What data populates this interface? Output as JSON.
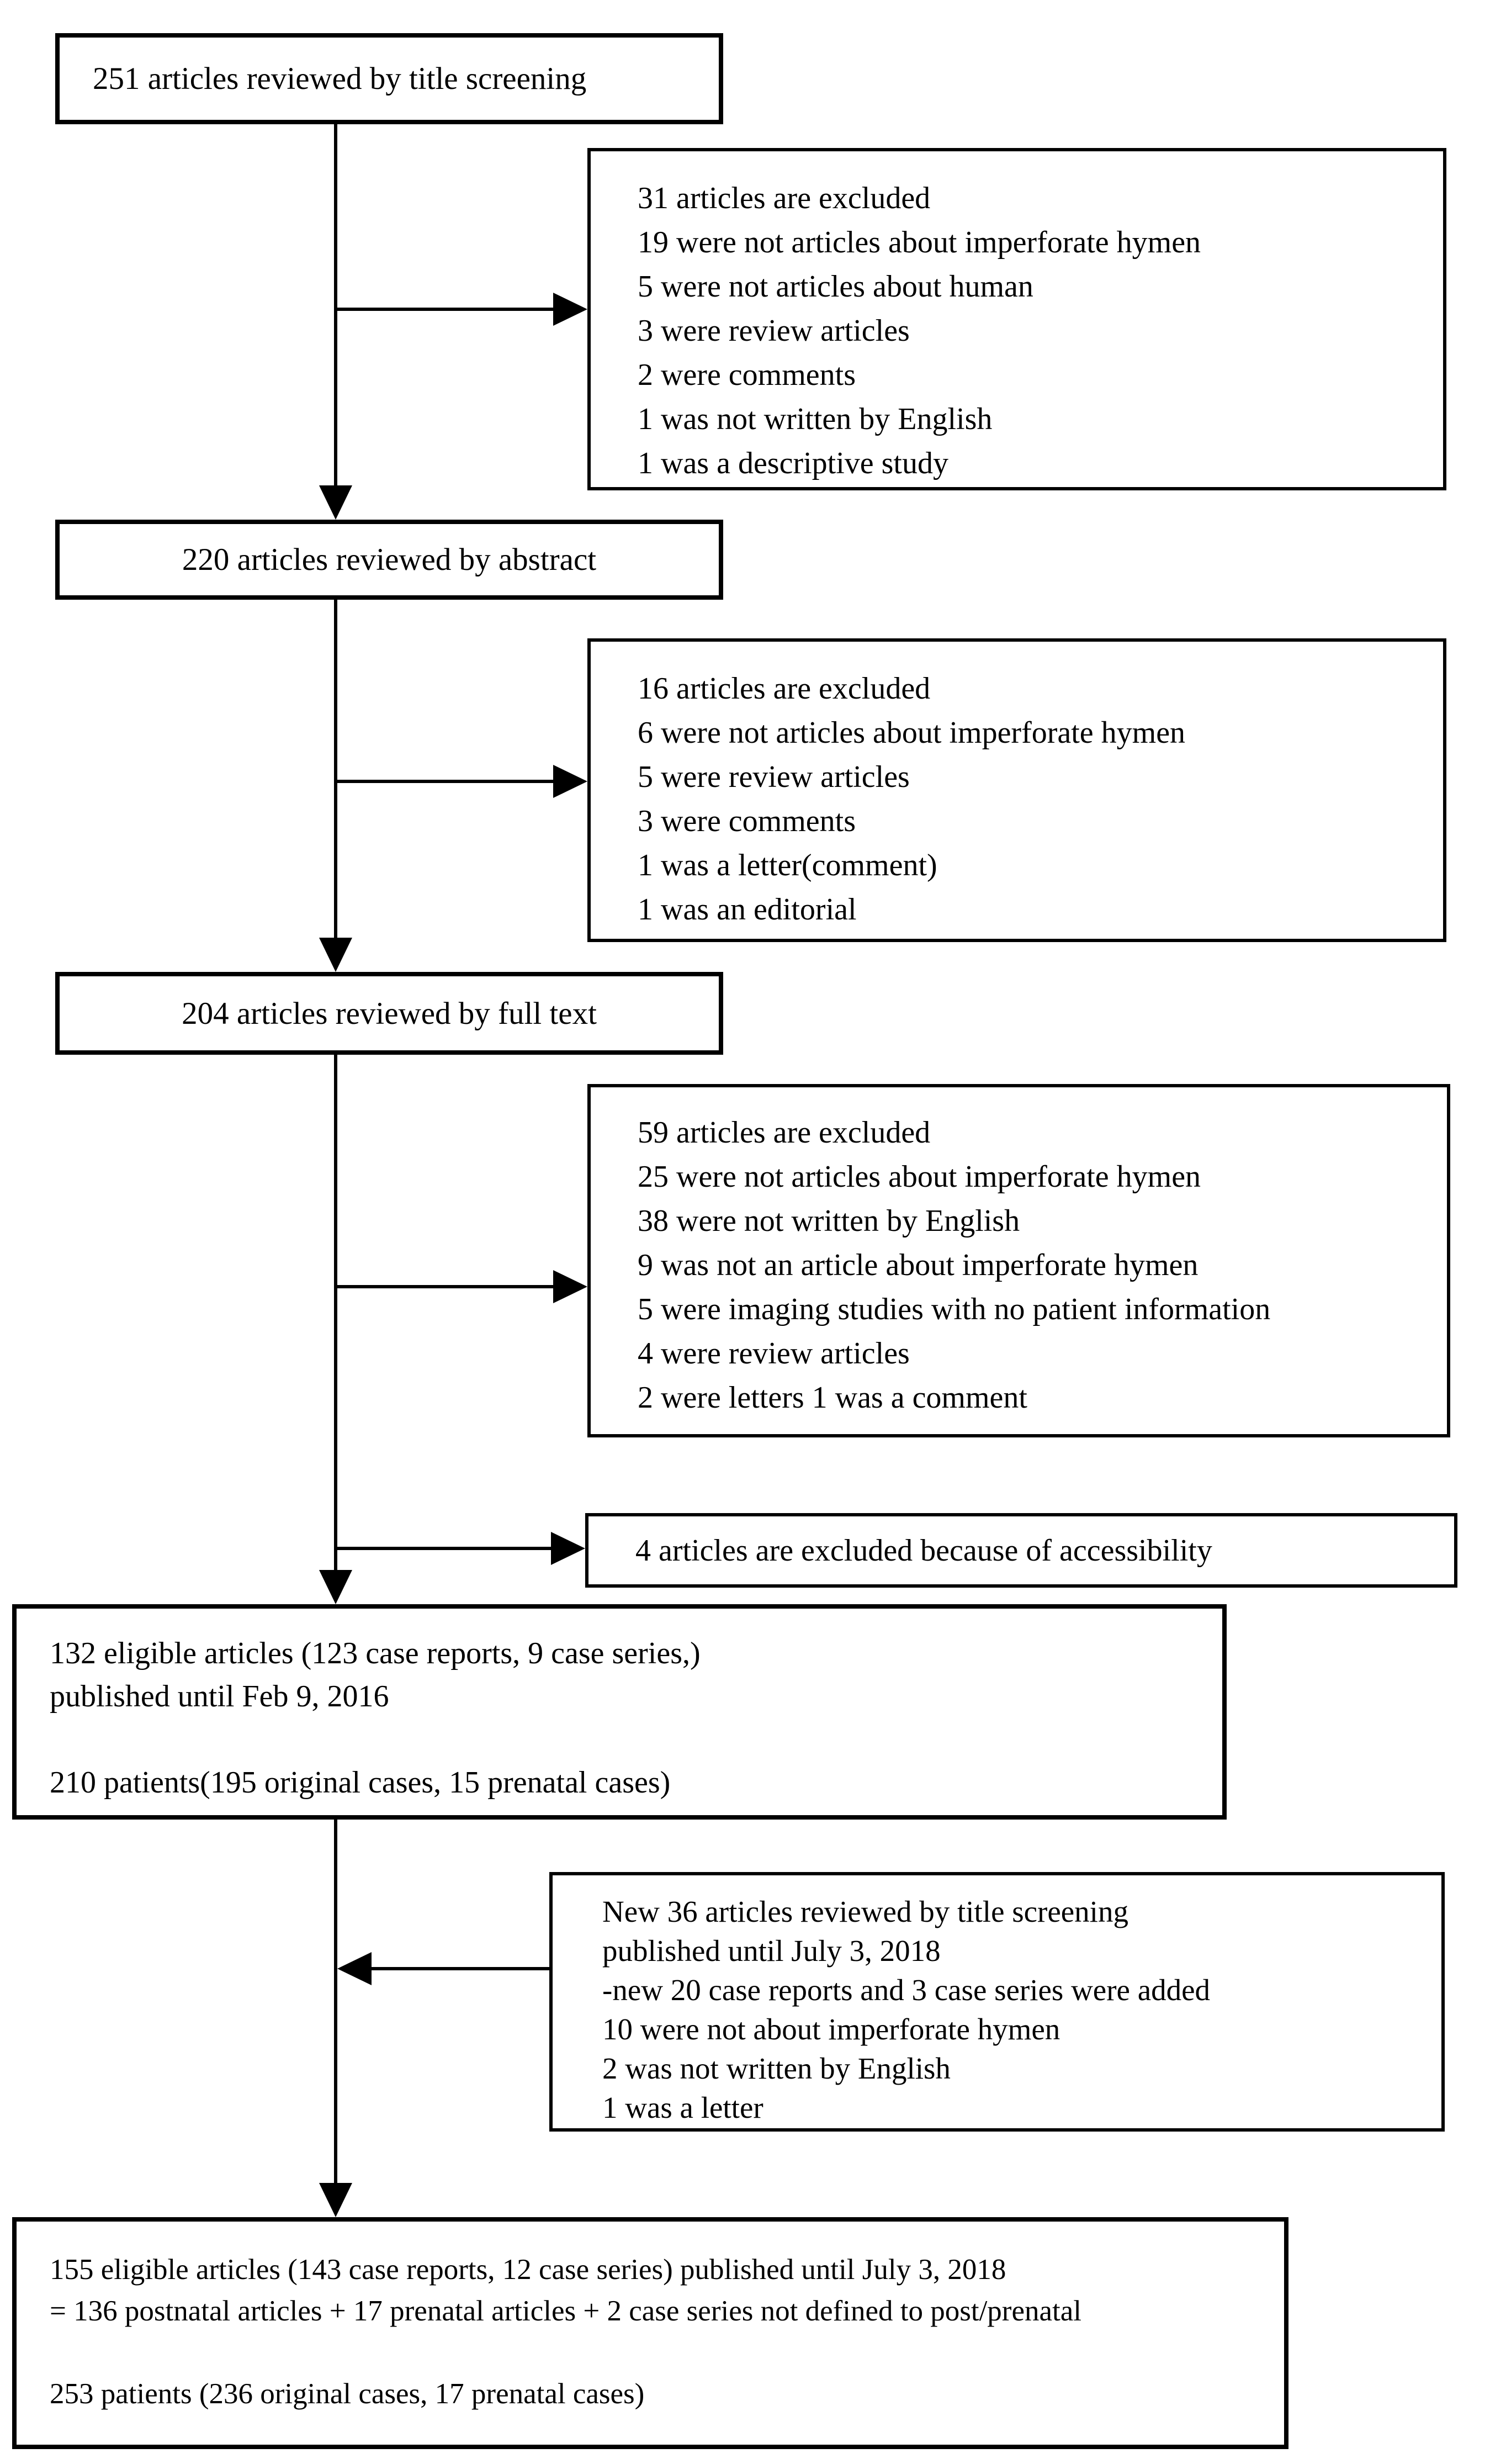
{
  "colors": {
    "ink": "#000000",
    "paper": "#ffffff"
  },
  "boxes": {
    "title_screening": {
      "lines": [
        "251 articles reviewed by title screening"
      ]
    },
    "excluded_title": {
      "lines": [
        "31 articles are excluded",
        "19 were not articles about imperforate hymen",
        "5 were not articles about human",
        "3 were review articles",
        "2 were comments",
        "1 was not written by English",
        "1 was a descriptive study"
      ]
    },
    "abstract_screening": {
      "lines": [
        "220 articles reviewed by abstract"
      ]
    },
    "excluded_abstract": {
      "lines": [
        "16 articles are excluded",
        "6 were not articles about imperforate hymen",
        "5 were review articles",
        "3 were comments",
        "1 was a letter(comment)",
        "1 was an editorial"
      ]
    },
    "fulltext_screening": {
      "lines": [
        "204 articles reviewed by full text"
      ]
    },
    "excluded_fulltext": {
      "lines": [
        "59 articles are excluded",
        "25 were not articles about imperforate hymen",
        "38 were not written by English",
        "9 was not an article about imperforate hymen",
        "5 were imaging studies with no patient information",
        "4 were review articles",
        "2 were letters 1 was a comment"
      ]
    },
    "excluded_accessibility": {
      "lines": [
        "4 articles are excluded because of accessibility"
      ]
    },
    "eligible_2016": {
      "lines": [
        "132 eligible articles (123 case reports, 9 case series,)",
        "published until Feb 9, 2016",
        "",
        "210 patients(195 original cases, 15 prenatal cases)"
      ]
    },
    "new_articles_2018": {
      "lines": [
        "New 36 articles reviewed by title screening",
        "published until July 3, 2018",
        "-new 20 case reports and 3 case series were added",
        "10 were not about imperforate hymen",
        "2 was not written by English",
        "1 was a letter"
      ]
    },
    "eligible_2018": {
      "lines": [
        "155 eligible articles (143 case reports, 12 case series) published until July 3, 2018",
        "= 136 postnatal articles + 17 prenatal articles + 2 case series not defined to post/prenatal",
        "",
        "253 patients (236 original cases, 17 prenatal cases)"
      ]
    }
  }
}
